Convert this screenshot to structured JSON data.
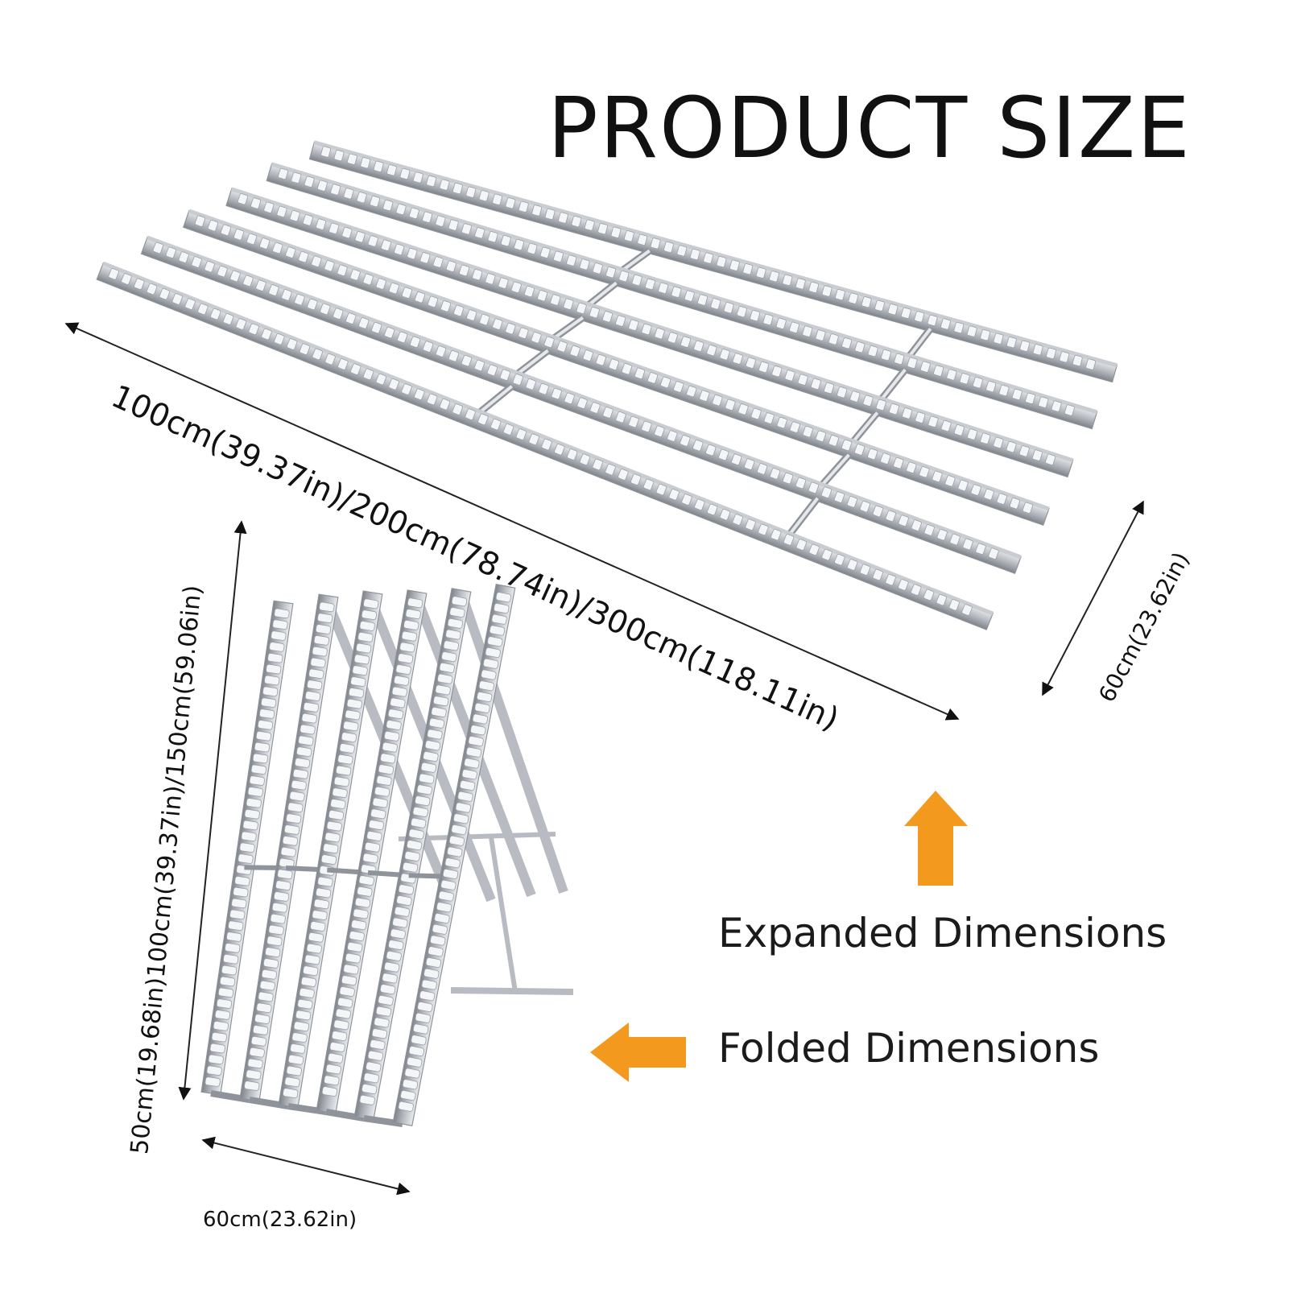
{
  "title": "PRODUCT SIZE",
  "expanded": {
    "length_label": "100cm(39.37in)/200cm(78.74in)/300cm(118.11in)",
    "width_label": "60cm(23.62in)"
  },
  "folded": {
    "height_label": "50cm(19.68in)100cm(39.37in)/150cm(59.06in)",
    "width_label": "60cm(23.62in)"
  },
  "legend": {
    "expanded_label": "Expanded Dimensions",
    "folded_label": "Folded Dimensions"
  },
  "colors": {
    "arrow": "#f39a1e",
    "metal": "#c9ccd1",
    "metal_dark": "#8f949b",
    "roller": "#f4f5f7",
    "text": "#111111"
  },
  "icons": {
    "expanded_marker": "arrow-up-icon",
    "folded_marker": "arrow-left-icon"
  }
}
